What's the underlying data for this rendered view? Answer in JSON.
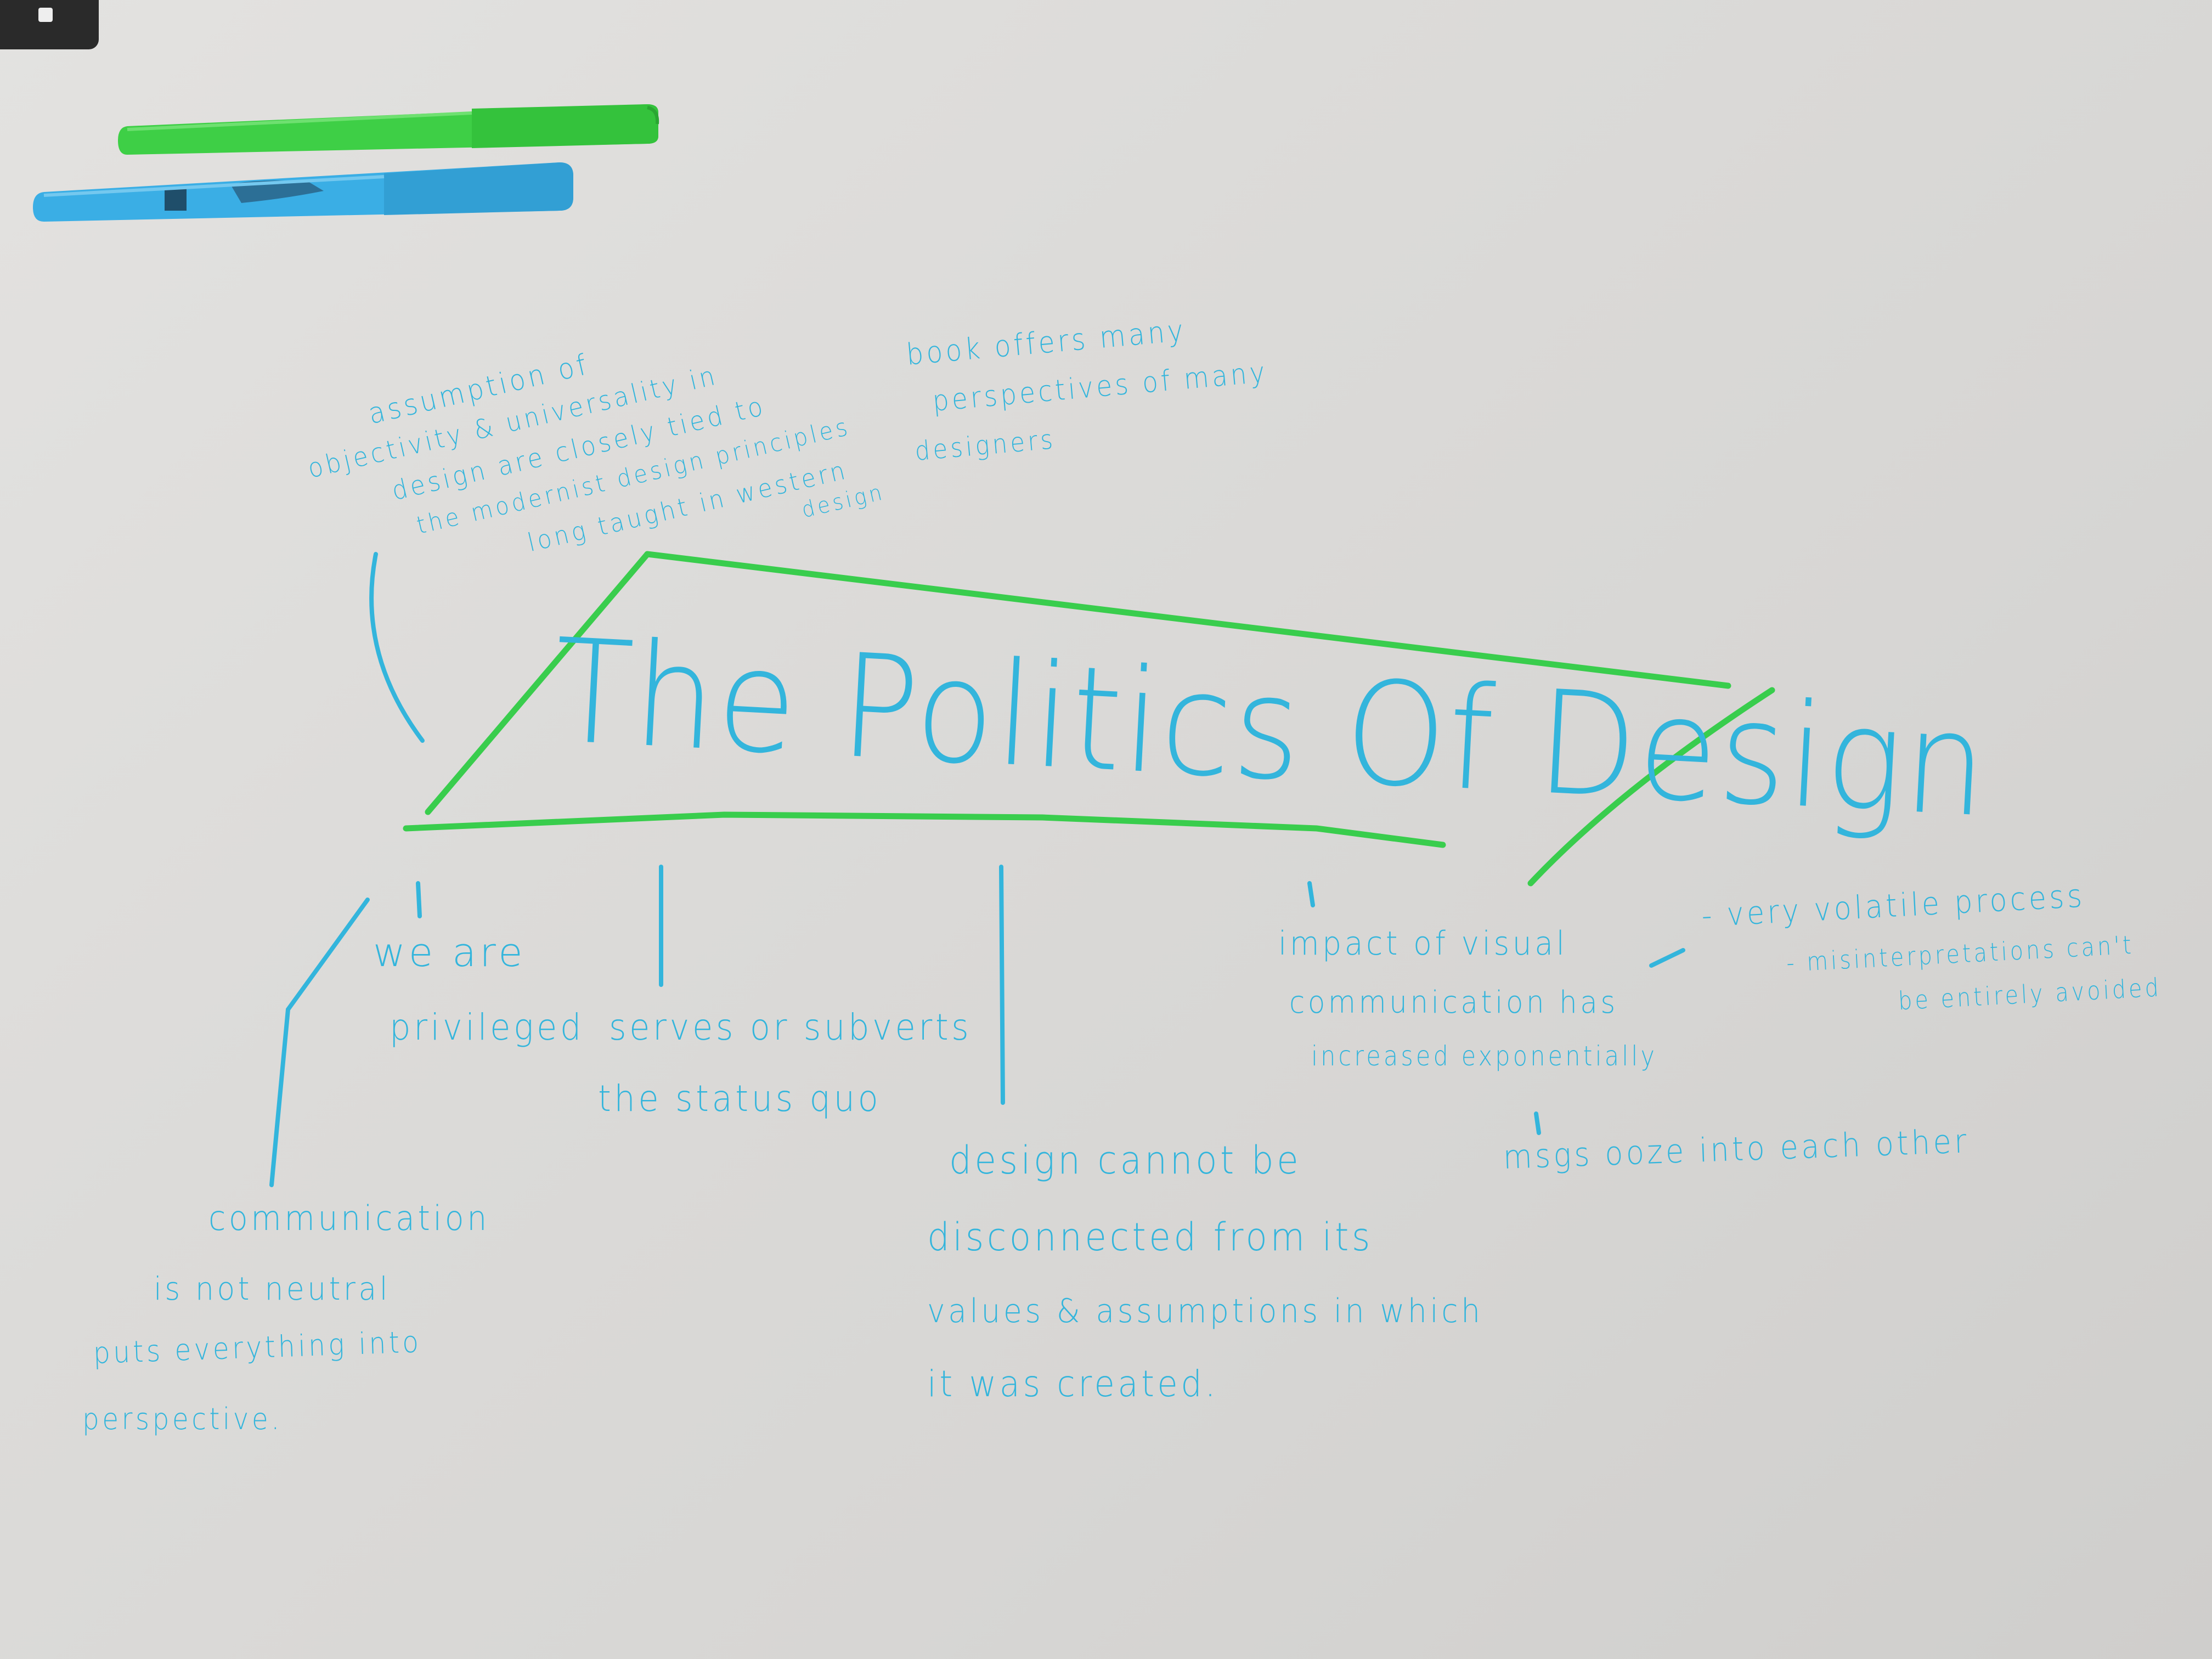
{
  "title": "The Politics Of Design",
  "notes": {
    "top_left": [
      "assumption of",
      "objectivity & universality in",
      "design are closely tied to",
      "the modernist design principles",
      "long taught in western",
      "design"
    ],
    "top_right": [
      "book offers many",
      "perspectives of many",
      "designers"
    ],
    "privileged": [
      "we are",
      "privileged"
    ],
    "status_quo": [
      "serves or subverts",
      "the status quo"
    ],
    "disconnected": [
      "design cannot be",
      "disconnected from its",
      "values & assumptions in which",
      "it was created."
    ],
    "impact": [
      "impact of visual",
      "communication has",
      "increased exponentially"
    ],
    "volatile": [
      "- very volatile process",
      "- misinterpretations can't",
      "be entirely avoided"
    ],
    "msgs": "msgs ooze into each other",
    "communication": [
      "communication",
      "is not neutral",
      "puts everything into",
      "perspective."
    ]
  },
  "colors": {
    "ink_blue": "#33b5dc",
    "ink_green": "#39cd4d",
    "marker_green": "#3ecf46",
    "marker_blue": "#3aaee5",
    "paper": "#dddcda"
  },
  "markers": [
    {
      "name": "green-highlighter",
      "color": "green"
    },
    {
      "name": "blue-highlighter",
      "color": "blue"
    }
  ]
}
